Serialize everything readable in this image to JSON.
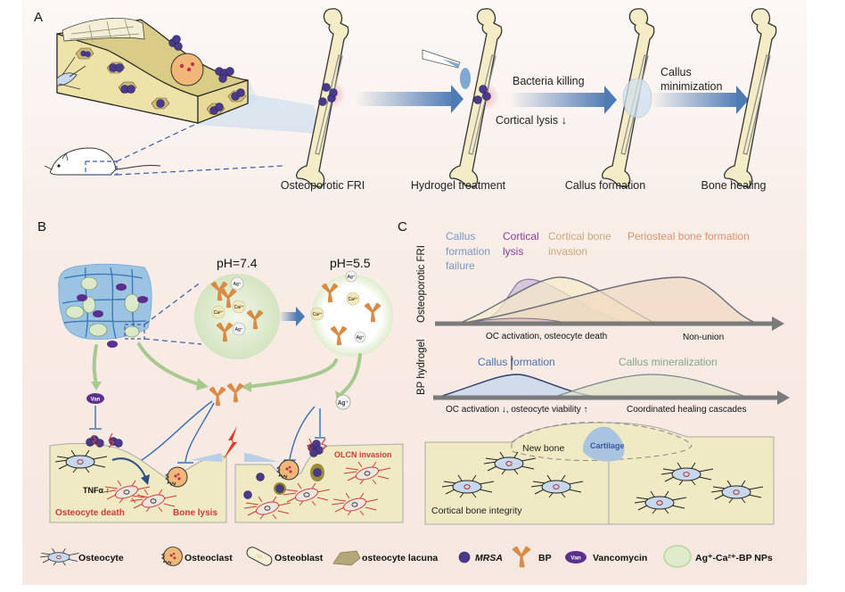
{
  "panels": {
    "A": {
      "letter": "A",
      "stages": [
        {
          "label": "Osteoporotic FRI"
        },
        {
          "label": "Hydrogel treatment"
        },
        {
          "label": "Callus formation"
        },
        {
          "label": "Bone healing"
        }
      ],
      "arrow_labels": {
        "bacteria_killing": "Bacteria killing",
        "cortical_lysis": "Cortical lysis ↓",
        "callus_line1": "Callus",
        "callus_line2": "minimization"
      }
    },
    "B": {
      "letter": "B",
      "ph_neutral": "pH=7.4",
      "ph_acidic": "pH=5.5",
      "ion_ag": "Ag⁺",
      "ion_ca": "Ca²⁺",
      "van": "Van",
      "tnf": "TNFα ↑",
      "osteocyte_death": "Osteocyte death",
      "bone_lysis": "Bone lysis",
      "olcn_invasion": "OLCN invasion"
    },
    "C": {
      "letter": "C",
      "row1_axis_label": "Osteoporotic FRI",
      "row2_axis_label": "BP hydrogel",
      "row1_phases": [
        {
          "line1": "Callus",
          "line2": "formation",
          "line3": "failure",
          "color": "#7b96c4"
        },
        {
          "line1": "Cortical",
          "line2": "lysis",
          "color": "#8a3c8e"
        },
        {
          "line1": "Cortical bone",
          "line2": "invasion",
          "color": "#c9a77a"
        },
        {
          "line1": "Periosteal bone formation",
          "color": "#d9926a"
        }
      ],
      "row1_axis_notes": [
        "OC activation, osteocyte death",
        "Non-union"
      ],
      "row2_phases": [
        {
          "line1": "Callus formation",
          "color": "#4a6fb0"
        },
        {
          "line1": "Callus mineralization",
          "color": "#88a38a"
        }
      ],
      "row2_axis_notes": [
        "OC activation ↓, osteocyte viability ↑",
        "Coordinated healing cascades"
      ],
      "new_bone": "New bone",
      "cartilage": "Cartilage",
      "cortical_integrity": "Cortical bone integrity"
    }
  },
  "legend": [
    {
      "icon": "osteocyte-icon",
      "label": "Osteocyte"
    },
    {
      "icon": "osteoclast-icon",
      "label": "Osteoclast"
    },
    {
      "icon": "osteoblast-icon",
      "label": "Osteoblast"
    },
    {
      "icon": "osteocyte-lacuna-icon",
      "label": "osteocyte lacuna"
    },
    {
      "icon": "mrsa-icon",
      "label": "MRSA"
    },
    {
      "icon": "bp-icon",
      "label": "BP"
    },
    {
      "icon": "vancomycin-icon",
      "label": "Vancomycin",
      "badge": "Van"
    },
    {
      "icon": "nanoparticle-icon",
      "label": "Ag⁺-Ca²⁺-BP NPs"
    }
  ],
  "colors": {
    "bone": "#f3ecc6",
    "bone_outline": "#333333",
    "bacteria": "#4a3a8c",
    "arrow_blue": "#4f7bb5",
    "bp_orange": "#d98a44",
    "tissue": "#efe9c4",
    "red_text": "#d0393a",
    "green_arrow": "#a8c98e",
    "axis_gray": "#7a7a7a"
  }
}
